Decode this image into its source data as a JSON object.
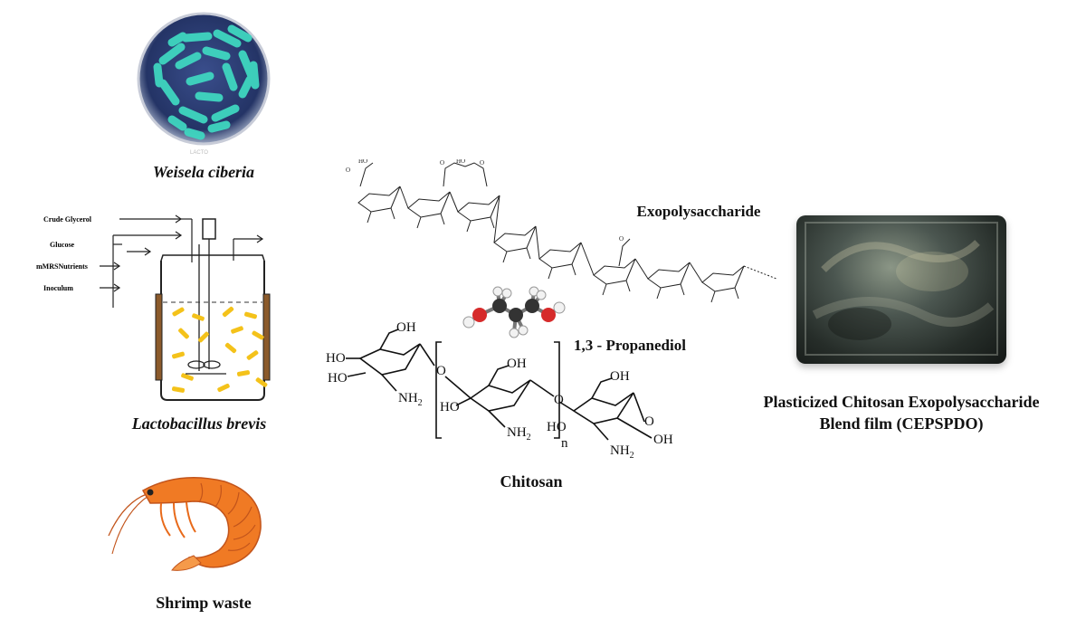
{
  "labels": {
    "weissella": "Weisela ciberia",
    "lactobacillus": "Lactobacillus brevis",
    "shrimp": "Shrimp waste",
    "exopolysaccharide": "Exopolysaccharide",
    "propanediol": "1,3 - Propanediol",
    "chitosan": "Chitosan",
    "film_line1": "Plasticized Chitosan Exopolysaccharide",
    "film_line2": "Blend film (CEPSPDO)",
    "petri_tiny": "LACTO"
  },
  "reactor_inputs": [
    "Crude Glycerol",
    "Glucose",
    "mMRSNutrients",
    "Inoculum"
  ],
  "chitosan_groups": {
    "oh": "OH",
    "ho": "HO",
    "nh2": "NH",
    "sub2": "2",
    "o": "O",
    "n": "n"
  },
  "colors": {
    "petri_bg": "#2b3a73",
    "bacteria": "#3fd6c0",
    "rod_yellow": "#f4c21a",
    "shrimp": "#f07a24",
    "film_dark": "#1e2420",
    "oxygen_red": "#d62b2b"
  }
}
